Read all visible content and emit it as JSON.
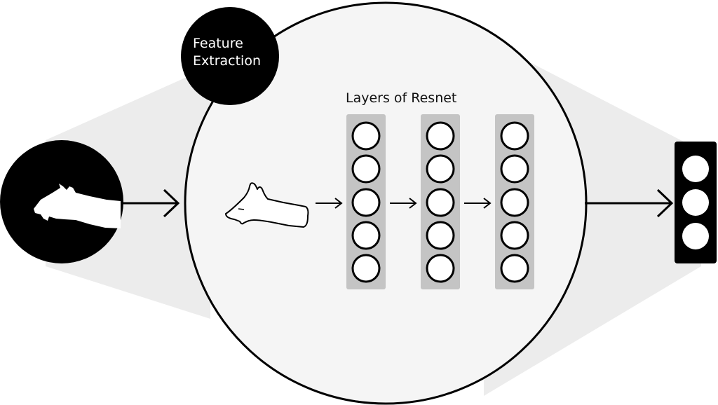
{
  "feature_badge": {
    "line1": "Feature",
    "line2": "Extraction"
  },
  "layers_title": "Layers of Resnet",
  "layers": [
    {
      "id": "layer-1",
      "nodes": 5
    },
    {
      "id": "layer-2",
      "nodes": 5
    },
    {
      "id": "layer-3",
      "nodes": 5
    }
  ],
  "output": {
    "nodes": 3
  },
  "icons": {
    "input": "hand-shadow-icon",
    "inner": "hand-outline-icon"
  },
  "colors": {
    "ink": "#000000",
    "cone": "#ebebeb",
    "circle_fill": "#f4f4f4",
    "layer_fill": "#c4c4c4",
    "node_fill": "#ffffff"
  }
}
